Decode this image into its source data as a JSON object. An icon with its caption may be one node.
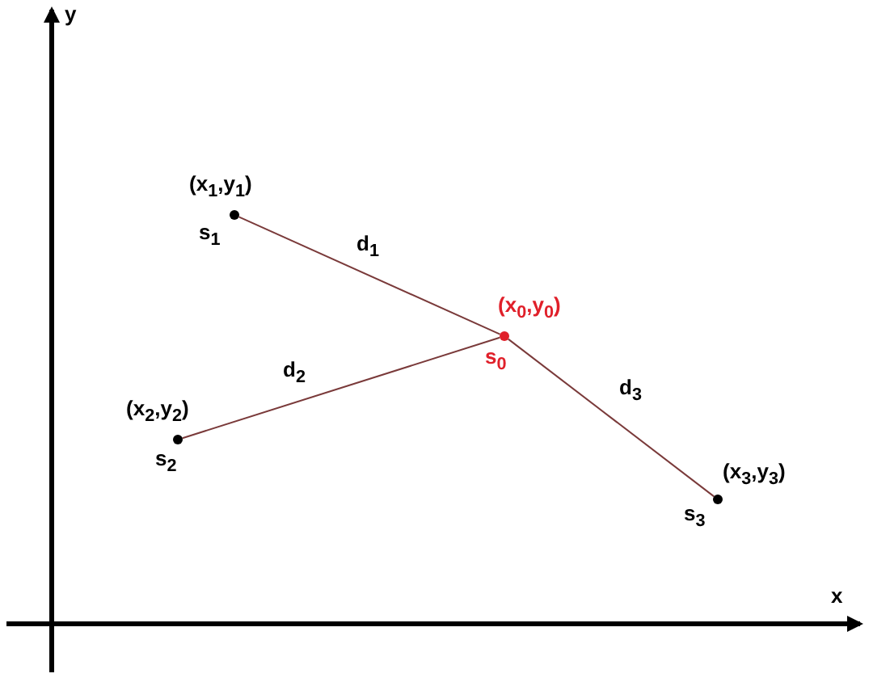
{
  "diagram": {
    "nodes": [
      {
        "text": [
          "(x$_{1}$,y$_{1}$)",
          "s$_{1}$"
        ]
      },
      {
        "text": [
          "(x$_{0}$,y$_{0}$)",
          "s$_{0}$"
        ]
      },
      {
        "text": [
          "(x$_{2}$,y$_{2}$)",
          "s$_{2}$"
        ]
      },
      {
        "text": [
          "(x$_{3}$,y$_{3}$)",
          "s$_{3}$"
        ]
      }
    ],
    "edges": [
      {
        "from": 0,
        "to": 1,
        "arrow": "none",
        "label": "d$_{1}$"
      },
      {
        "from": 2,
        "to": 1,
        "arrow": "none",
        "label": "d$_{2}$"
      },
      {
        "from": 1,
        "to": 3,
        "arrow": "none",
        "label": "d$_{3}$"
      }
    ],
    "labels": [
      "y",
      "x"
    ]
  }
}
